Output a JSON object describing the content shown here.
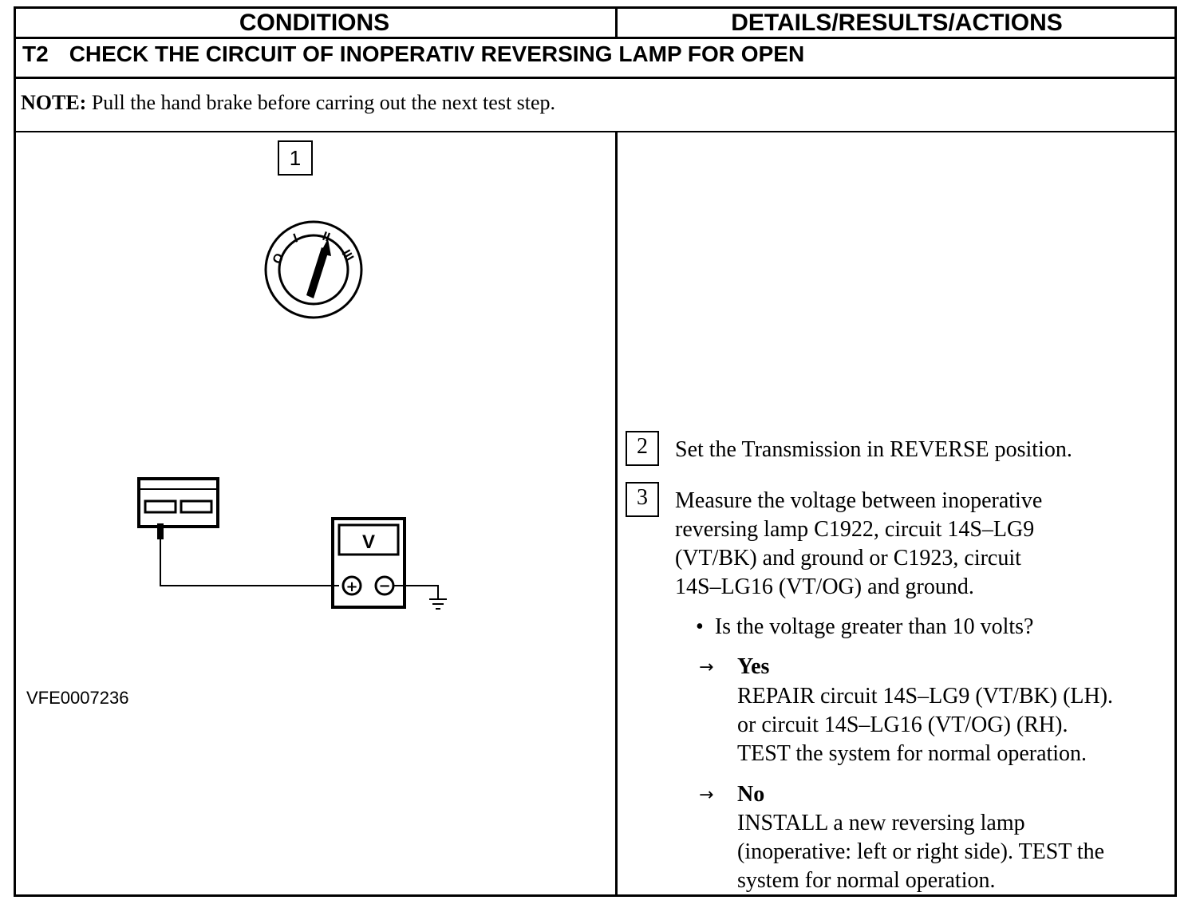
{
  "header": {
    "conditions": "CONDITIONS",
    "details": "DETAILS/RESULTS/ACTIONS"
  },
  "test": {
    "code": "T2",
    "title": "CHECK THE CIRCUIT OF INOPERATIV REVERSING LAMP FOR OPEN"
  },
  "note": {
    "label": "NOTE:",
    "text": " Pull the hand brake before carring out the next test step."
  },
  "figure": {
    "step_number": "1",
    "ignition_positions": [
      "O",
      "I",
      "II",
      "III"
    ],
    "meter_label": "V",
    "plus_symbol": "+",
    "minus_symbol": "−",
    "id": "VFE0007236"
  },
  "steps": [
    {
      "number": "2",
      "lines": [
        "Set the Transmission in REVERSE position."
      ]
    },
    {
      "number": "3",
      "lines": [
        "Measure the voltage between inoperative",
        "reversing lamp C1922, circuit 14S–LG9",
        "(VT/BK) and ground or C1923, circuit",
        "14S–LG16 (VT/OG) and ground."
      ]
    }
  ],
  "question": "Is the voltage greater than 10 volts?",
  "results": [
    {
      "label": "Yes",
      "lines": [
        "REPAIR circuit 14S–LG9 (VT/BK) (LH).",
        "or circuit 14S–LG16 (VT/OG) (RH).",
        "TEST the system for normal operation."
      ]
    },
    {
      "label": "No",
      "lines": [
        "INSTALL a new reversing lamp",
        "(inoperative: left or right side). TEST the",
        "system for normal operation."
      ]
    }
  ]
}
